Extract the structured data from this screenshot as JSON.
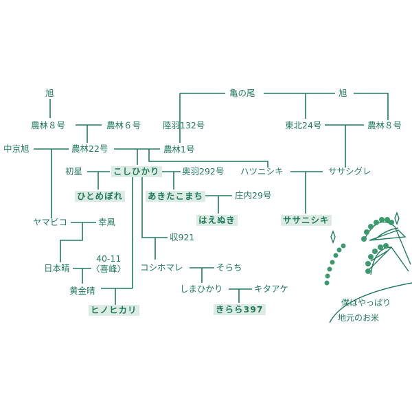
{
  "title": "Rice variety family tree",
  "nodes": {
    "asahi_left": "旭",
    "norin8_left": "農林８号",
    "norin6": "農林６号",
    "chukyo_asahi": "中京旭",
    "norin22": "農林22号",
    "norin1": "農林1号",
    "rikuu132": "陸羽132号",
    "kamenoo": "亀の尾",
    "asahi_right": "旭",
    "tohoku24": "東北24号",
    "norin8_right": "農林８号",
    "hatsuboshi": "初星",
    "koshihikari": "こしひかり",
    "ou292": "奥羽292号",
    "hatsunishiki": "ハツニシキ",
    "sasashigure": "ササシグレ",
    "hitomebore": "ひとめぼれ",
    "akitakomachi": "あきたこまち",
    "shonai29": "庄内29号",
    "haenuki": "はえぬき",
    "sasanishiki": "ササニシキ",
    "yamabiko": "ヤマビコ",
    "kofu": "幸風",
    "shu921": "収921",
    "nihonbare": "日本晴",
    "line4011": "40-11",
    "kiho": "〈喜峰〉",
    "koganebare": "黄金晴",
    "hinohikari": "ヒノヒカリ",
    "koshihomare": "コシホマレ",
    "sorachi": "そらち",
    "shimahikari": "しまひかり",
    "kitaake": "キタアケ",
    "kirara397": "きらら397"
  },
  "caption": {
    "line1": "僕はやっぱり",
    "line2": "地元のお米"
  },
  "colors": {
    "line": "#1f7a5c",
    "highlight": "#dcebe4"
  }
}
